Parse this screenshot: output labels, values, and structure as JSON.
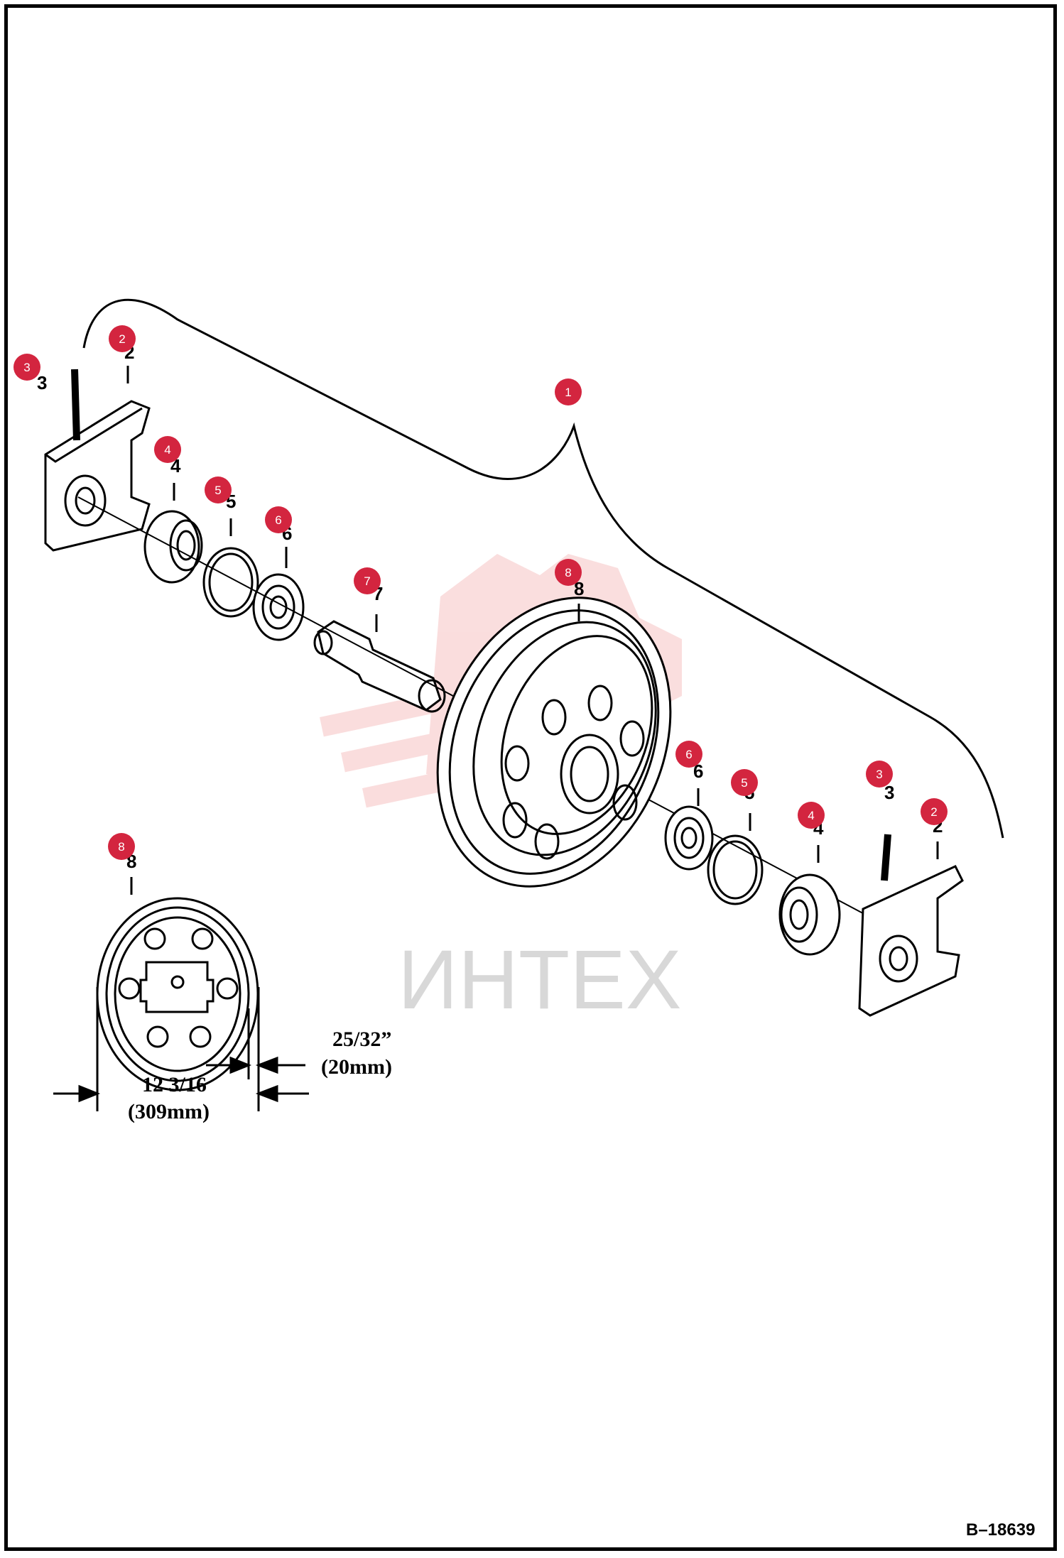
{
  "watermark": {
    "text": "ИНТЕХ",
    "color": "#f2b8b8"
  },
  "reference_code": "B–18639",
  "callouts": [
    {
      "label": "1"
    },
    {
      "label": "2"
    },
    {
      "label": "3"
    },
    {
      "label": "4"
    },
    {
      "label": "5"
    },
    {
      "label": "6"
    },
    {
      "label": "7"
    },
    {
      "label": "8"
    },
    {
      "label": "6"
    },
    {
      "label": "5"
    },
    {
      "label": "4"
    },
    {
      "label": "3"
    },
    {
      "label": "2"
    },
    {
      "label": "8"
    }
  ],
  "callout_color": "#d3253f",
  "dimensions": {
    "width_value": "12 3/16",
    "width_metric": "(309mm)",
    "flange_value": "25/32”",
    "flange_metric": "(20mm)"
  }
}
